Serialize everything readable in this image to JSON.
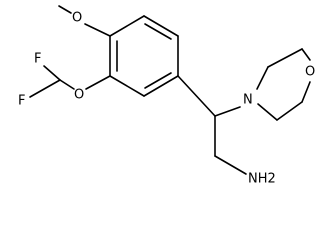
{
  "structure": {
    "atoms": {
      "methoxy_o": "O",
      "difluoromethoxy_o": "O",
      "fluorine_1": "F",
      "fluorine_2": "F",
      "morpholine_n": "N",
      "morpholine_o": "O",
      "amine": "NH2"
    }
  }
}
